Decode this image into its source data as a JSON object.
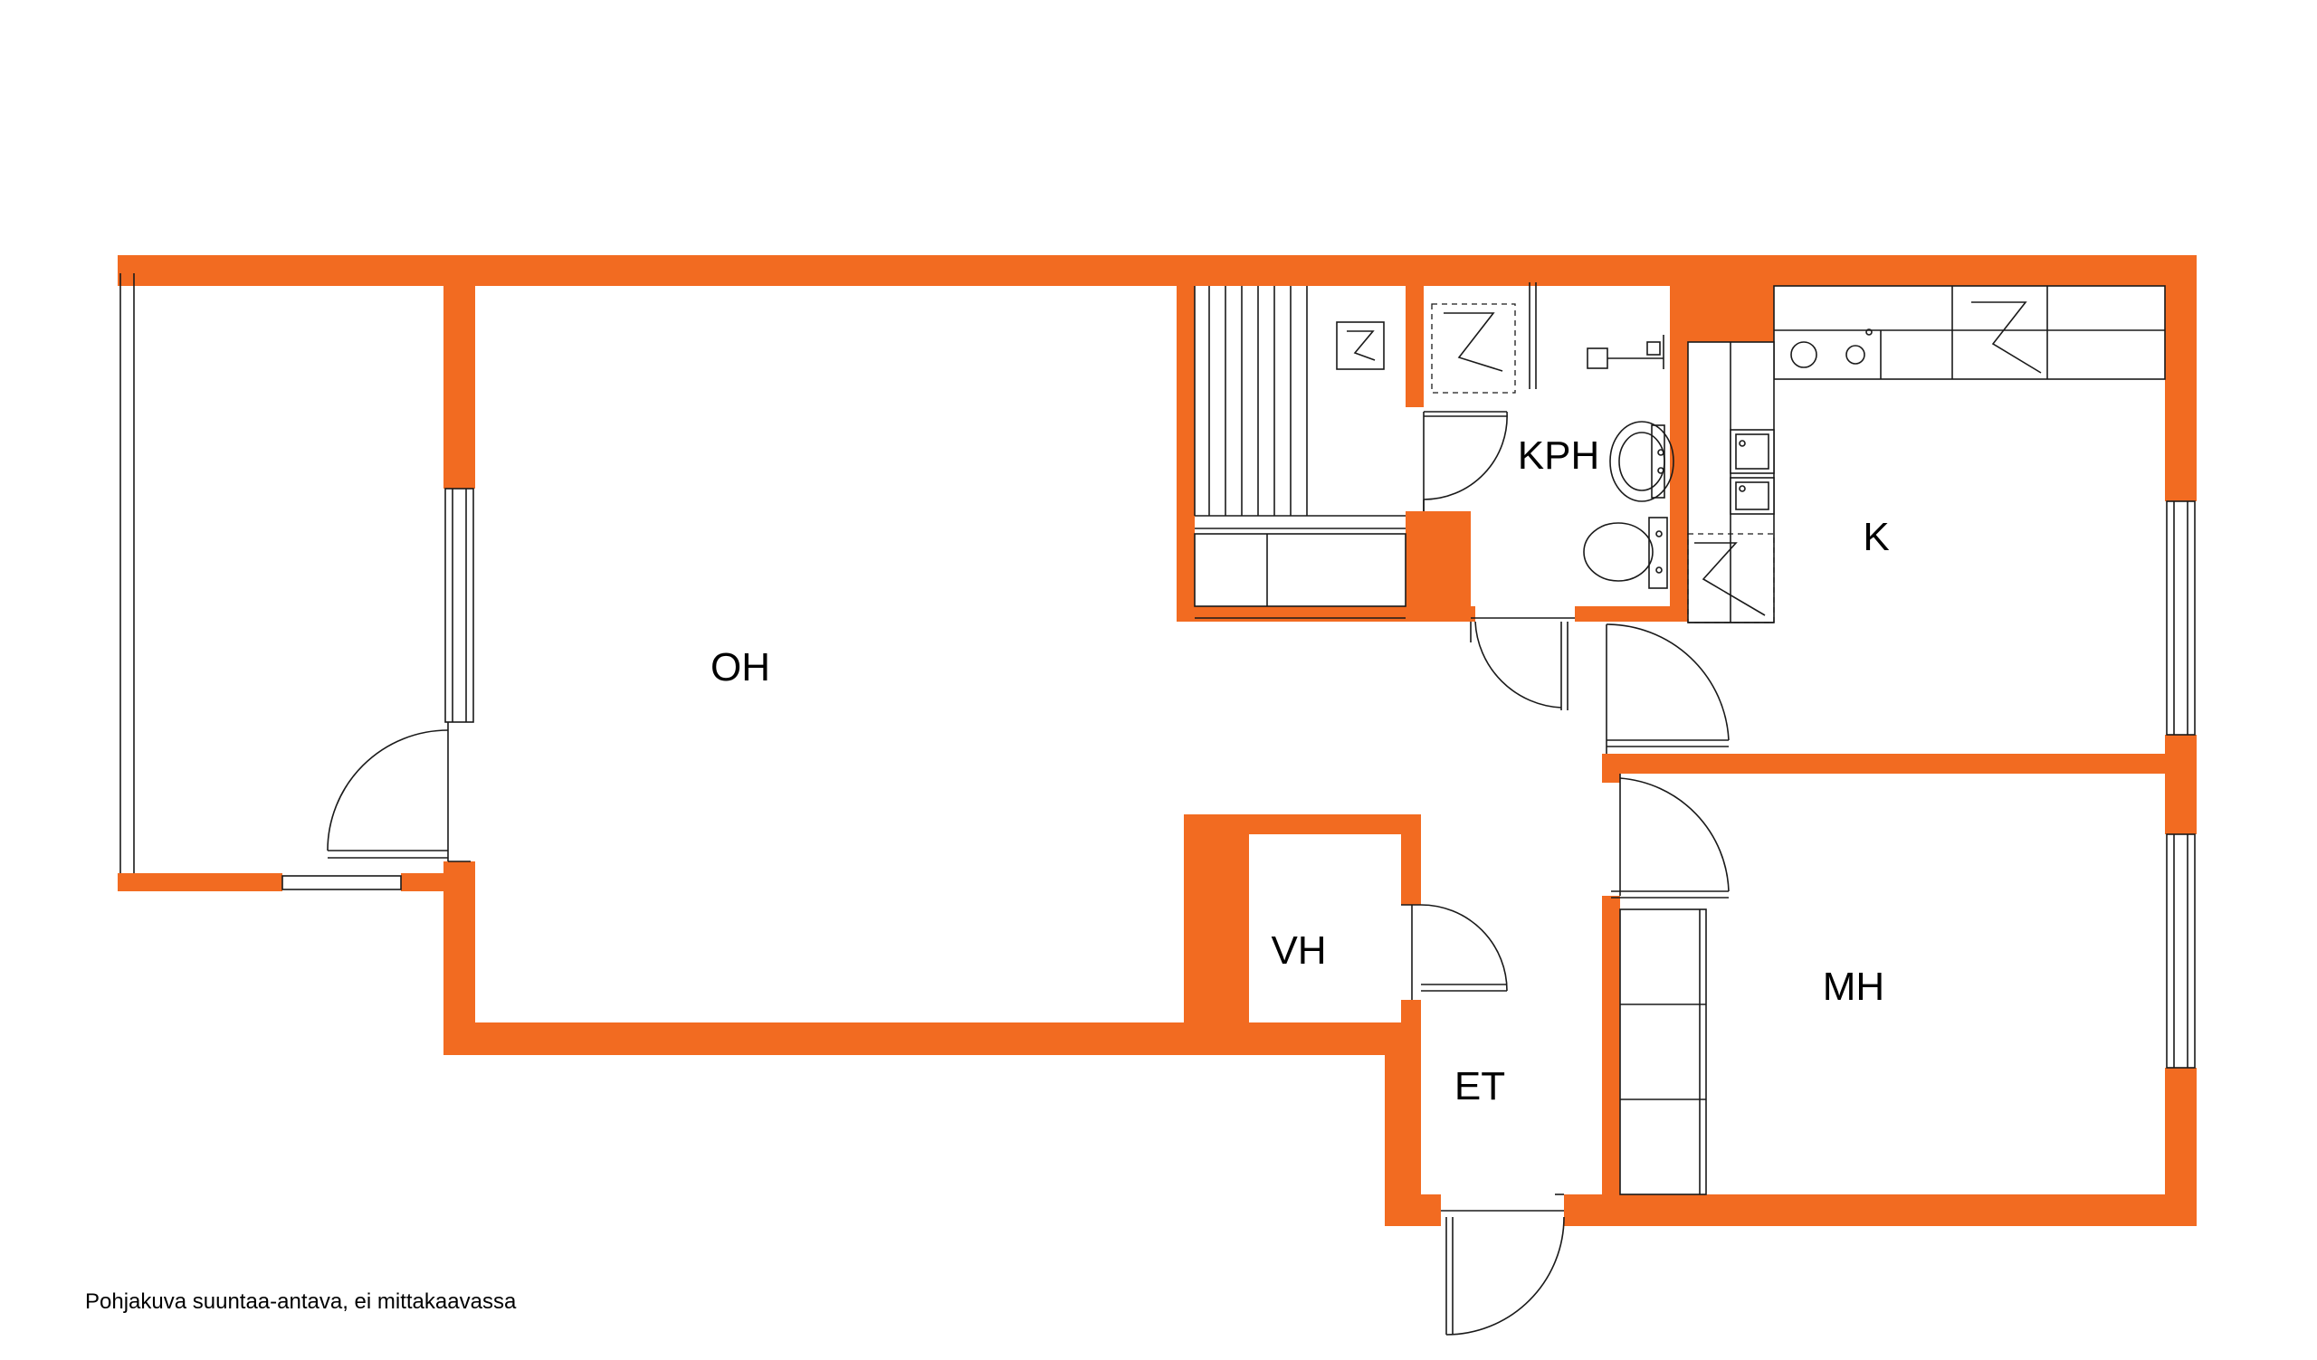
{
  "colors": {
    "wall": "#f26b21",
    "line": "#1a1a1a",
    "background": "#ffffff"
  },
  "rooms": {
    "living_room": "OH",
    "bathroom": "KPH",
    "kitchen": "K",
    "walk_in_closet": "VH",
    "bedroom": "MH",
    "entrance_hall": "ET"
  },
  "caption": "Pohjakuva suuntaa-antava, ei mittakaavassa"
}
